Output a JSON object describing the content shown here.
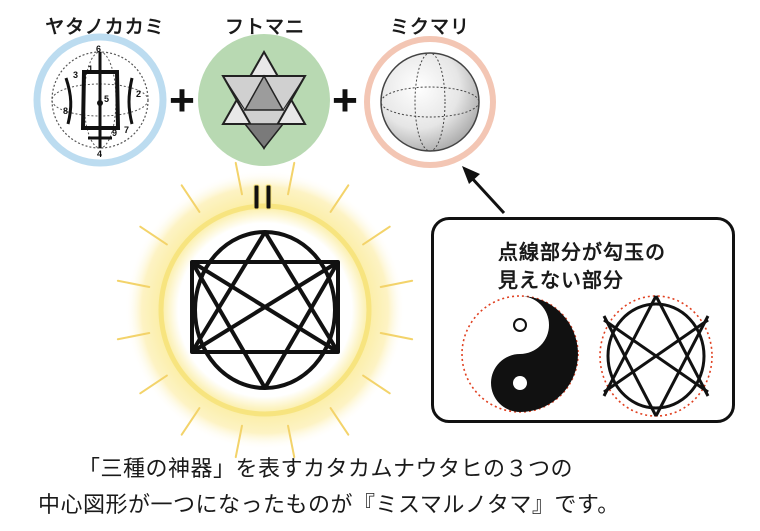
{
  "labels": {
    "yata": "ヤタノカカミ",
    "futomani": "フトマニ",
    "mikumari": "ミクマリ"
  },
  "operators": {
    "plus": "+",
    "equals": "="
  },
  "yata_numbers": [
    "6",
    "1",
    "3",
    "5",
    "2",
    "8",
    "9",
    "7",
    "4"
  ],
  "callout": {
    "line1": "点線部分が勾玉の",
    "line2": "見えない部分"
  },
  "caption": {
    "line1": "「三種の神器」を表すカタカムナウタヒの３つの",
    "line2": "中心図形が一つになったものが『ミスマルノタマ』です。"
  },
  "colors": {
    "yata_ring": "#bcdcf0",
    "futomani_circle": "#b8d9b2",
    "mikumari_ring": "#f3c6b4",
    "glow": "#f6e27a",
    "ray": "#f3d36a",
    "dotted_red": "#e04020"
  }
}
